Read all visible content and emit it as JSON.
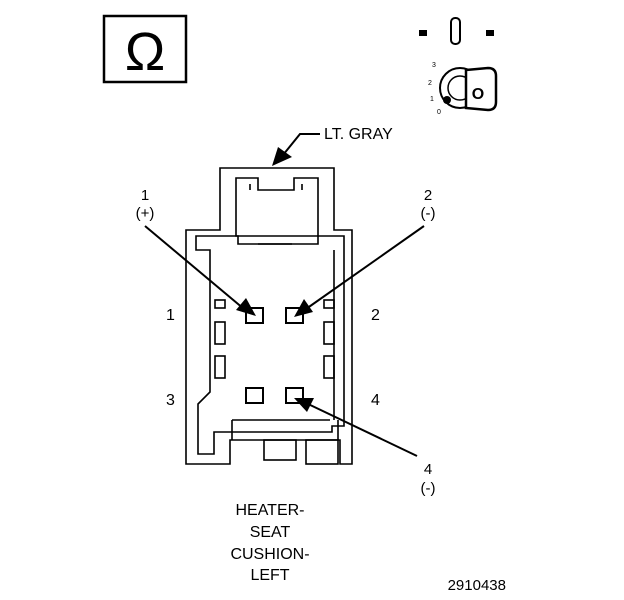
{
  "symbol": {
    "glyph": "Ω",
    "icon": "ohmmeter-icon"
  },
  "ignition": {
    "icon": "ignition-key-icon",
    "positions": [
      "3",
      "2",
      "1",
      "0"
    ],
    "key_label": "O"
  },
  "wire_color": "LT. GRAY",
  "connector": {
    "cavity_labels": [
      "1",
      "2",
      "3",
      "4"
    ],
    "callouts": [
      {
        "pin": "1",
        "polarity": "(+)"
      },
      {
        "pin": "2",
        "polarity": "(-)"
      },
      {
        "pin": "4",
        "polarity": "(-)"
      }
    ]
  },
  "caption": [
    "HEATER-",
    "SEAT",
    "CUSHION-",
    "LEFT"
  ],
  "figure_id": "2910438"
}
